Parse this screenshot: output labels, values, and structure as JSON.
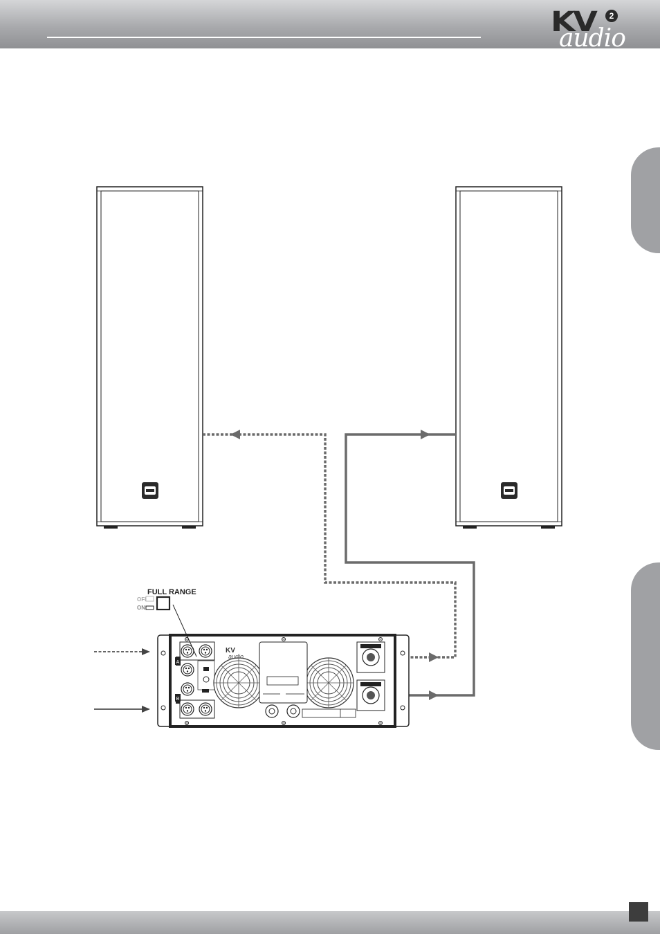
{
  "header": {
    "logo": {
      "brand": "KV",
      "superscript": "2",
      "script": "audio"
    }
  },
  "amplifier": {
    "panel_logo": {
      "brand": "KV",
      "script": "audio"
    },
    "channels": [
      "A",
      "B"
    ],
    "full_range": {
      "title": "FULL RANGE",
      "off_label": "OFF",
      "on_label": "ON"
    }
  },
  "colors": {
    "cable": "#6b6b6b",
    "header": "#a9aaad",
    "page_box": "#3d3d3d"
  }
}
